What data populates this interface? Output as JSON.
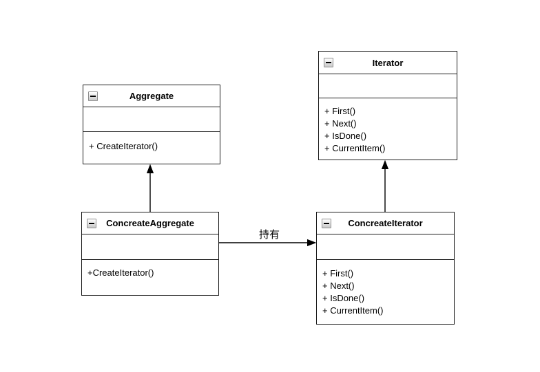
{
  "diagram": {
    "classes": [
      {
        "title": "Aggregate",
        "attributes": [],
        "methods": [
          "+ CreateIterator()"
        ]
      },
      {
        "title": "Iterator",
        "attributes": [],
        "methods": [
          "+ First()",
          "+ Next()",
          "+ IsDone()",
          "+ CurrentItem()"
        ]
      },
      {
        "title": "ConcreateAggregate",
        "attributes": [],
        "methods": [
          "+CreateIterator()"
        ]
      },
      {
        "title": "ConcreateIterator",
        "attributes": [],
        "methods": [
          "+ First()",
          "+ Next()",
          "+ IsDone()",
          "+ CurrentItem()"
        ]
      }
    ],
    "relations": [
      {
        "from": "ConcreateAggregate",
        "to": "Aggregate",
        "type": "arrow",
        "label": ""
      },
      {
        "from": "ConcreateIterator",
        "to": "Iterator",
        "type": "arrow",
        "label": ""
      },
      {
        "from": "ConcreateAggregate",
        "to": "ConcreateIterator",
        "type": "arrow",
        "label": "持有"
      }
    ],
    "colors": {
      "border": "#1a1a1a",
      "fill": "#ffffff",
      "text": "#000000",
      "arrow": "#000000"
    }
  }
}
